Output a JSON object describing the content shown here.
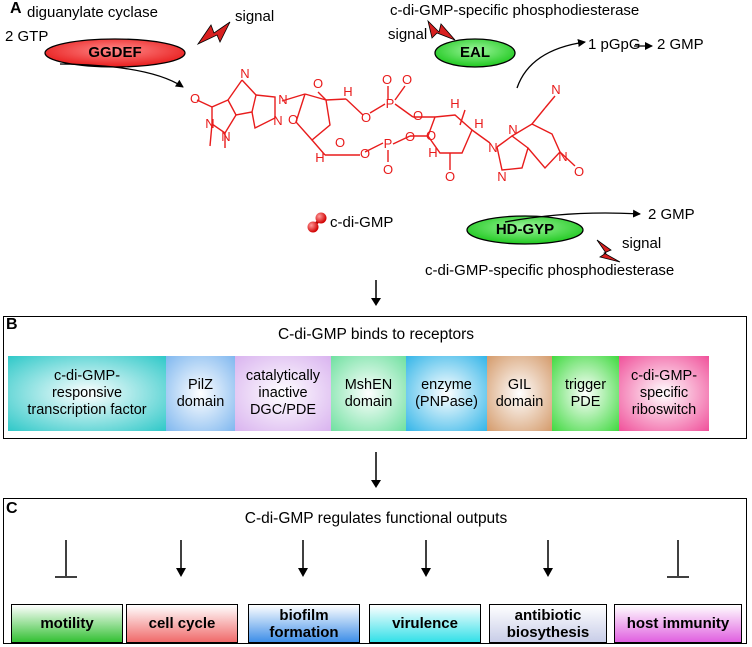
{
  "panel_a": {
    "letter": "A",
    "gtp_label": "2 GTP",
    "dgc_label": "diguanylate cyclase",
    "ggdef_label": "GGDEF",
    "signal_ggdef": "signal",
    "pde_top_label": "c-di-GMP-specific phosphodiesterase",
    "signal_eal": "signal",
    "eal_label": "EAL",
    "eal_products": "1 pGpG",
    "eal_products_2": "2 GMP",
    "legend_label": "c-di-GMP",
    "hdgyp_label": "HD-GYP",
    "hdgyp_products": "2 GMP",
    "signal_hdgyp": "signal",
    "pde_bottom_label": "c-di-GMP-specific phosphodiesterase",
    "molecule_atoms": [
      "N",
      "O",
      "N",
      "N",
      "N",
      "N",
      "O",
      "O",
      "H",
      "O",
      "P",
      "O",
      "O",
      "O",
      "O",
      "H",
      "O",
      "P",
      "O",
      "O",
      "H",
      "O",
      "H",
      "O",
      "N",
      "N",
      "N",
      "N",
      "N",
      "O",
      "H"
    ]
  },
  "panel_b": {
    "letter": "B",
    "title": "C-di-GMP binds to receptors",
    "receptors": [
      {
        "label": "c-di-GMP-\nresponsive\ntranscription factor",
        "color": "#2ec8c8"
      },
      {
        "label": "PilZ\ndomain",
        "color": "#7fb7ef"
      },
      {
        "label": "catalytically\ninactive\nDGC/PDE",
        "color": "#d9b3ef"
      },
      {
        "label": "MshEN\ndomain",
        "color": "#6fe0a0"
      },
      {
        "label": "enzyme\n(PNPase)",
        "color": "#33b5e8"
      },
      {
        "label": "GIL\ndomain",
        "color": "#d49a6a"
      },
      {
        "label": "trigger\nPDE",
        "color": "#3fd93f"
      },
      {
        "label": "c-di-GMP-\nspecific\nriboswitch",
        "color": "#f0509a"
      }
    ]
  },
  "panel_c": {
    "letter": "C",
    "title": "C-di-GMP regulates functional outputs",
    "outputs": [
      {
        "label": "motility",
        "effect": "inhibit",
        "color": "#33c033"
      },
      {
        "label": "cell cycle",
        "effect": "activate",
        "color": "#f06a6a"
      },
      {
        "label": "biofilm\nformation",
        "effect": "activate",
        "color": "#3e8ee8"
      },
      {
        "label": "virulence",
        "effect": "activate",
        "color": "#33e0e8"
      },
      {
        "label": "antibiotic\nbiosythesis",
        "effect": "activate",
        "color": "#c8cde8"
      },
      {
        "label": "host immunity",
        "effect": "inhibit",
        "color": "#e060e0"
      }
    ]
  }
}
